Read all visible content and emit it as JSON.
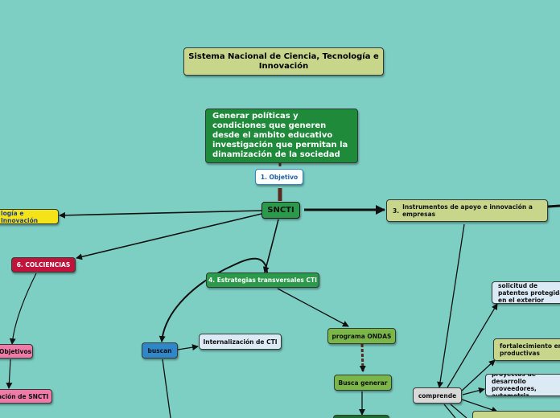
{
  "nodes": {
    "title": "Sistema Nacional de Ciencia, Tecnología e Innovación",
    "goal_text": "Generar políticas y condiciones que generen desde el ambito educativo investigación que permitan la dinamización de la sociedad",
    "objetivo": "1. Objetivo",
    "snctI": "SNCTI",
    "tecnologia": "logía e Innovación",
    "colciencias": "6. COLCIENCIAS",
    "objetivos": "Objetivos",
    "ion_snctI": "ación de SNCTI",
    "estrategias": "4. Estrategias transversales CTI",
    "buscan": "buscan",
    "internalizacion": "Internalización de CTI",
    "ondas": "programa ONDAS",
    "busca_generar": "Busca generar",
    "instrumentos_num": "3.",
    "instrumentos": "Instrumentos de apoyo e innovación a empresas",
    "solicitud": "solicitud de patentes protegidas en el exterior",
    "fortalecimiento": "fortalecimiento en productivas",
    "proyectos": "proyectos de desarrollo proveedores, automotriz",
    "comprende": "comprende"
  },
  "colors": {
    "background": "#7dcfc4",
    "title_fill": "#c7d68b",
    "dark_green": "#1e8a3a",
    "green": "#2b9b4b",
    "olive": "#7ab648",
    "yellow": "#f5e31a",
    "crimson": "#c0143c",
    "pink": "#f07aa8",
    "blue": "#2f86c8",
    "light_blue": "#dbeaf5",
    "white": "#ffffff",
    "light_gray": "#d9d9d9",
    "edge": "#111111",
    "connector": "#5a2a1e"
  }
}
